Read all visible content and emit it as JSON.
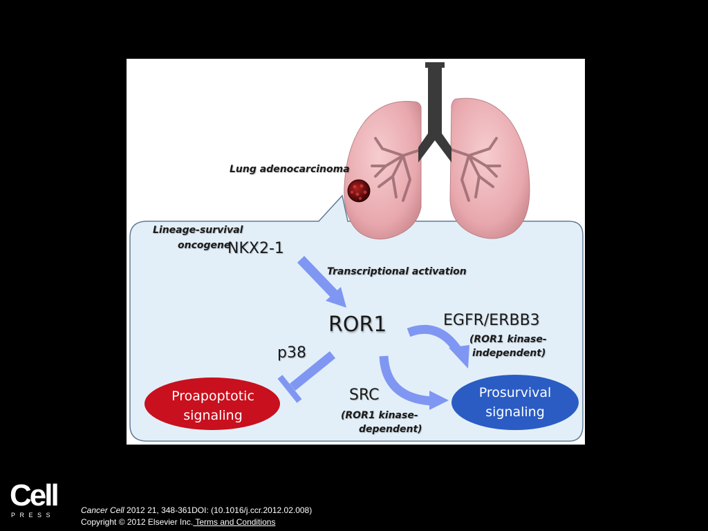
{
  "figure": {
    "labels": {
      "lung_adenocarcinoma": "Lung adenocarcinoma",
      "lineage_survival": "Lineage-survival",
      "oncogene": "oncogene",
      "nkx21": "NKX2-1",
      "transcriptional_activation": "Transcriptional activation",
      "ror1": "ROR1",
      "egfr_erbb3": "EGFR/ERBB3",
      "kinase_independent_1": "(ROR1 kinase-",
      "kinase_independent_2": "independent)",
      "p38": "p38",
      "src": "SRC",
      "kinase_dependent_1": "(ROR1 kinase-",
      "kinase_dependent_2": "dependent)"
    },
    "proapoptotic": {
      "line1": "Proapoptotic",
      "line2": "signaling"
    },
    "prosurvival": {
      "line1": "Prosurvival",
      "line2": "signaling"
    },
    "colors": {
      "panel_bg": "#e3eff8",
      "panel_border": "#5f7a95",
      "lung_fill": "#e8a8ad",
      "bronchi": "#3a3a3a",
      "arrow": "#7f97f2",
      "proapoptotic": "#c8101e",
      "prosurvival": "#2a5cc4",
      "tumor": "#7a1010"
    }
  },
  "logo": {
    "word": "Cell",
    "sub": "PRESS"
  },
  "citation": {
    "journal": "Cancer Cell",
    "details": " 2012 21, 348-361DOI: (10.1016/j.ccr.2012.02.008)",
    "copyright": "Copyright © 2012 Elsevier Inc.",
    "terms_link": " Terms and Conditions"
  }
}
